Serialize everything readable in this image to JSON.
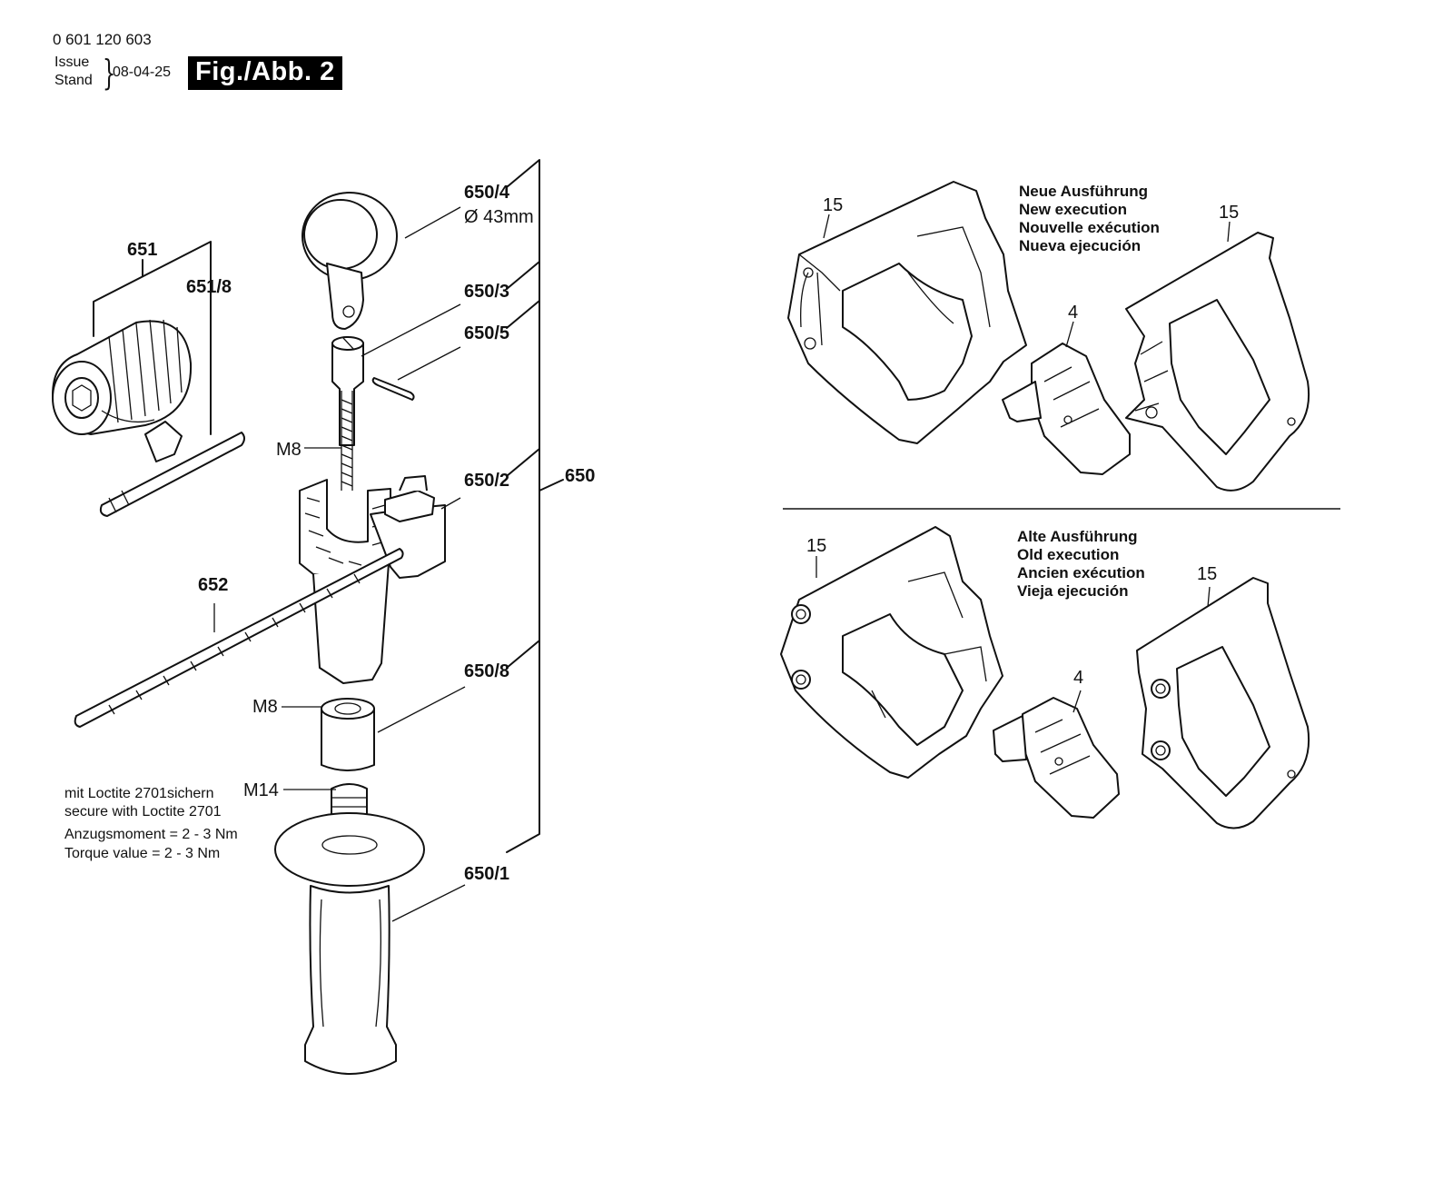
{
  "header": {
    "part_number": "0 601 120 603",
    "issue_label": "Issue",
    "stand_label": "Stand",
    "date": "08-04-25",
    "figure": "Fig./Abb. 2"
  },
  "callouts": {
    "c651": "651",
    "c651_8": "651/8",
    "c650_4": "650/4",
    "c650_4_dia": "Ø 43mm",
    "c650_3": "650/3",
    "c650_5": "650/5",
    "c650_2": "650/2",
    "c650": "650",
    "c652": "652",
    "c650_8": "650/8",
    "c650_1": "650/1",
    "m8_top": "M8",
    "m8_bottom": "M8",
    "m14": "M14",
    "new_15_left": "15",
    "new_15_right": "15",
    "new_4": "4",
    "old_15_left": "15",
    "old_15_right": "15",
    "old_4": "4"
  },
  "notes": {
    "loctite_de": "mit Loctite 2701sichern",
    "loctite_en": "secure with Loctite 2701",
    "torque_de": "Anzugsmoment = 2 - 3 Nm",
    "torque_en": "Torque value =     2 - 3 Nm"
  },
  "new_execution": {
    "de": "Neue Ausführung",
    "en": "New execution",
    "fr": "Nouvelle exécution",
    "es": "Nueva ejecución"
  },
  "old_execution": {
    "de": "Alte Ausführung",
    "en": "Old execution",
    "fr": "Ancien exécution",
    "es": "Vieja ejecución"
  }
}
